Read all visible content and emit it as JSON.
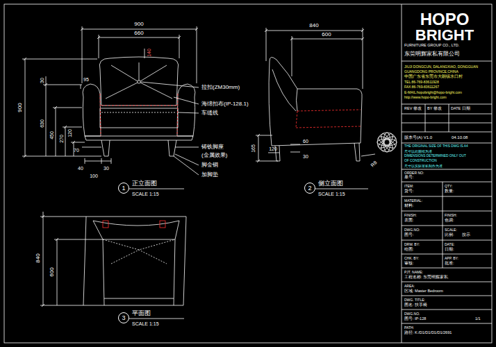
{
  "diagram": {
    "nodes": [
      {
        "text": [
          "1"
        ]
      },
      {
        "text": [
          "2"
        ]
      },
      {
        "text": [
          "3"
        ]
      }
    ],
    "labels": [
      "900",
      "660",
      "140",
      "95",
      "30",
      "900",
      "630",
      "450",
      "270",
      "120",
      "70",
      "40",
      "30",
      "100",
      "拉扣(ZM30mm)",
      "海绵扣布(IP-128.1)",
      "车缝线",
      "铸铁脚座",
      "(金属效果)",
      "脚金铜",
      "加脚垫",
      "正立面图",
      "SCALE 1:15",
      "840",
      "600",
      "165",
      "120",
      "60",
      "30",
      "R8",
      "侧立面图",
      "SCALE 1:15",
      "840",
      "600",
      "平面图",
      "SCALE 1:15",
      "HOPO",
      "BRIGHT",
      "FURNITURE GROUP CO., LTD.",
      "东莞明辉家私有限公司",
      "JIUJI DONGCUN, DALANGXIAO, DONGGUAN",
      "GUANGDONG PROVINCE,CHINA",
      "中国广东省东莞市大朗镇水口村",
      "TEL:86-769-83611928",
      "FAX:86-769-83611267",
      "E-MAIL:hopobright@hopo-bright.com",
      "http://www.hopo-bright.com",
      "REV 修改",
      "BY 修改",
      "DATE 日期",
      "版本号(A) V1.0",
      "04.10.08",
      "THE ORIGINAL SIZE OF THIS DWG IS A4",
      "尺寸以此图纸为准",
      "DIMENSIONS DETERMINED ONLY OUT",
      "OF CONSTRUCTION",
      "尺寸以实际家私制作为准",
      "ORDER NO:",
      "单号:",
      "ITEM:",
      "QTY:",
      "货号:",
      "数量:",
      "MATERIAL:",
      "材料:",
      "FINISH:",
      "FINISH:",
      "表面:",
      "色调:",
      "DWG.NO:",
      "SCALE:",
      "图号:",
      "比例:",
      "按示",
      "DRW. BY:",
      "DATE:",
      "绘图:",
      "日期:",
      "CHK. BY:",
      "APP. BY:",
      "审核:",
      "批准:",
      "PJT. NAME:",
      "工程名称: 东莞明辉家私",
      "AREA:",
      "区域: Master Bedroom",
      "DWG. TITLE:",
      "图名: 扶手椅",
      "DWG.NO.",
      "图号: IP-128",
      "1/1",
      "PATH:",
      "路径: K:/D1/D1/D1/D1/2691"
    ]
  }
}
